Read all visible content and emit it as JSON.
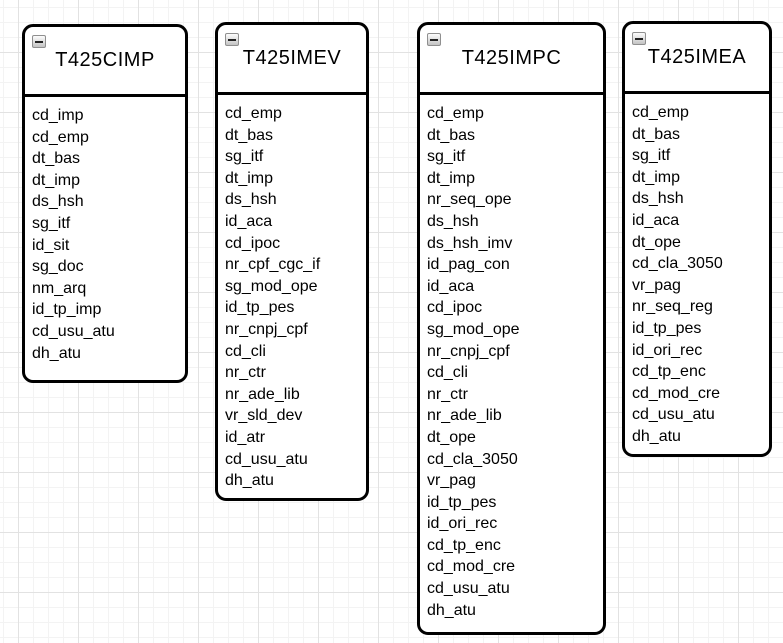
{
  "diagram": {
    "background_color": "#ffffff",
    "grid": {
      "minor_color": "#f3f3f3",
      "major_color": "#e2e2e2"
    },
    "tables": [
      {
        "name": "T425CIMP",
        "collapse_icon": "minus",
        "fields": [
          "cd_imp",
          "cd_emp",
          "dt_bas",
          "dt_imp",
          "ds_hsh",
          "sg_itf",
          "id_sit",
          "sg_doc",
          "nm_arq",
          "id_tp_imp",
          "cd_usu_atu",
          "dh_atu"
        ]
      },
      {
        "name": "T425IMEV",
        "collapse_icon": "minus",
        "fields": [
          "cd_emp",
          "dt_bas",
          "sg_itf",
          "dt_imp",
          "ds_hsh",
          "id_aca",
          "cd_ipoc",
          "nr_cpf_cgc_if",
          "sg_mod_ope",
          "id_tp_pes",
          "nr_cnpj_cpf",
          "cd_cli",
          "nr_ctr",
          "nr_ade_lib",
          "vr_sld_dev",
          "id_atr",
          "cd_usu_atu",
          "dh_atu"
        ]
      },
      {
        "name": "T425IMPC",
        "collapse_icon": "minus",
        "fields": [
          "cd_emp",
          "dt_bas",
          "sg_itf",
          "dt_imp",
          "nr_seq_ope",
          "ds_hsh",
          "ds_hsh_imv",
          "id_pag_con",
          "id_aca",
          "cd_ipoc",
          "sg_mod_ope",
          "nr_cnpj_cpf",
          "cd_cli",
          "nr_ctr",
          "nr_ade_lib",
          "dt_ope",
          "cd_cla_3050",
          "vr_pag",
          "id_tp_pes",
          "id_ori_rec",
          "cd_tp_enc",
          "cd_mod_cre",
          "cd_usu_atu",
          "dh_atu"
        ]
      },
      {
        "name": "T425IMEA",
        "collapse_icon": "minus",
        "fields": [
          "cd_emp",
          "dt_bas",
          "sg_itf",
          "dt_imp",
          "ds_hsh",
          "id_aca",
          "dt_ope",
          "cd_cla_3050",
          "vr_pag",
          "nr_seq_reg",
          "id_tp_pes",
          "id_ori_rec",
          "cd_tp_enc",
          "cd_mod_cre",
          "cd_usu_atu",
          "dh_atu"
        ]
      }
    ]
  }
}
